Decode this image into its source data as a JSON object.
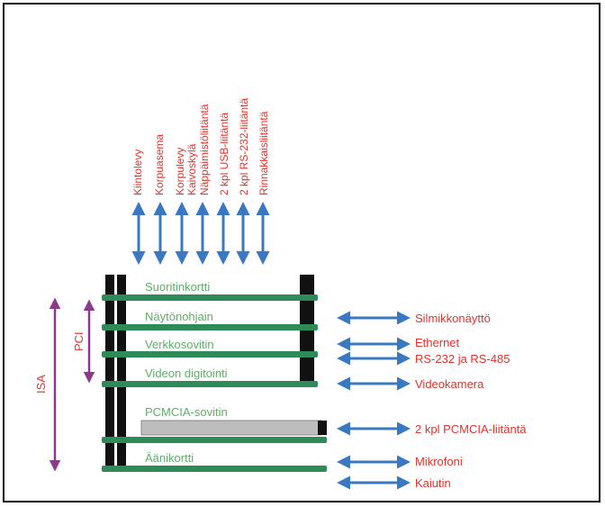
{
  "colors": {
    "board": "#2e8b57",
    "board_label": "#5fae6a",
    "stack_post": "#111111",
    "arrow": "#3a78c2",
    "label_red": "#e0342c",
    "bus_arrow": "#8e3a8c",
    "pcmcia_card": "#bdbdbd"
  },
  "top_ports": [
    "Kiintolevy",
    "Korpuasema",
    "Korpulevy",
    "Kaivoskylä",
    "Näppäimistöliitäntä",
    "2 kpl USB-liitäntä",
    "2 kpl RS-232-liitäntä",
    "Rinnakkaisliitäntä"
  ],
  "boards": [
    "Suoritinkortti",
    "Näytönohjain",
    "Verkkosovitin",
    "Videon digitointi",
    "PCMCIA-sovitin",
    "Äänikortti"
  ],
  "right_ports": [
    "Silmikkonäyttö",
    "Ethernet",
    "RS-232 ja RS-485",
    "Videokamera",
    "2 kpl PCMCIA-liitäntä",
    "Mikrofoni",
    "Kaiutin"
  ],
  "bus_labels": {
    "isa": "ISA",
    "pci": "PCI"
  }
}
